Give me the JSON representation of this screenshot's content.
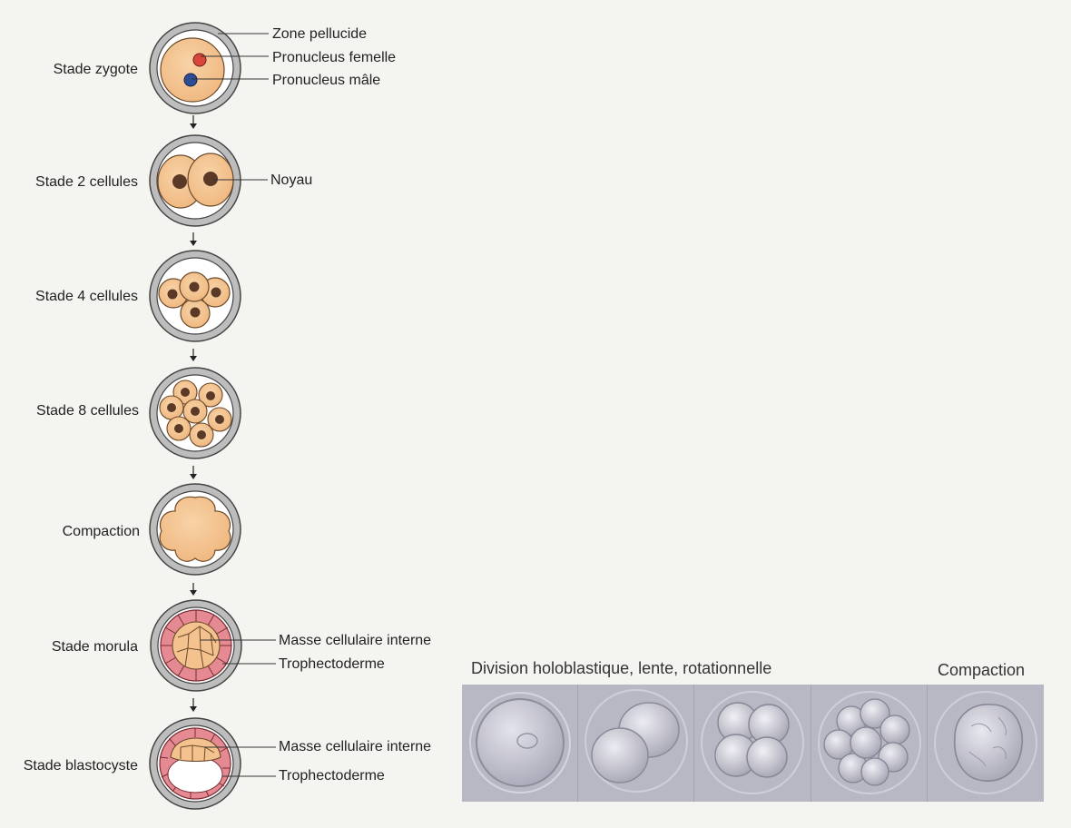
{
  "stages": [
    {
      "label": "Stade zygote"
    },
    {
      "label": "Stade 2 cellules"
    },
    {
      "label": "Stade 4 cellules"
    },
    {
      "label": "Stade 8 cellules"
    },
    {
      "label": "Compaction"
    },
    {
      "label": "Stade morula"
    },
    {
      "label": "Stade blastocyste"
    }
  ],
  "annotations": {
    "zone_pellucide": "Zone pellucide",
    "pronucleus_femelle": "Pronucleus femelle",
    "pronucleus_male": "Pronucleus mâle",
    "noyau": "Noyau",
    "morula_mci": "Masse cellulaire interne",
    "morula_trophectoderme": "Trophectoderme",
    "blasto_mci": "Masse cellulaire interne",
    "blasto_trophectoderme": "Trophectoderme"
  },
  "photo_strip": {
    "caption_left": "Division holoblastique, lente, rotationnelle",
    "caption_right": "Compaction",
    "frames": [
      "zygote",
      "2-cell",
      "4-cell",
      "8-cell",
      "compaction"
    ]
  },
  "colors": {
    "background": "#f4f4f0",
    "cell": "#f3c28e",
    "nucleus": "#5a3a26",
    "pronucleus_female": "#d9473c",
    "pronucleus_male": "#2d4d95",
    "trophectoderm": "#e58a92",
    "zona": "#b9b9b9",
    "photo_bg": "#b8b7c4"
  }
}
